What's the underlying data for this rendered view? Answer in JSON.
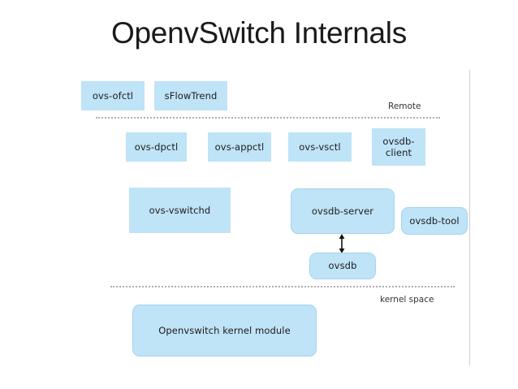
{
  "slide": {
    "title": "OpenvSwitch Internals",
    "background_color": "#ffffff",
    "node_fill_color": "#bfe3f7",
    "node_text_color": "#1b1b1b",
    "divider_color": "#aeaeae"
  },
  "zones": {
    "remote_label": "Remote",
    "kernel_label": "kernel space"
  },
  "nodes": {
    "ovs_ofctl": "ovs-ofctl",
    "sflowtrend": "sFlowTrend",
    "ovs_dpctl": "ovs-dpctl",
    "ovs_appctl": "ovs-appctl",
    "ovs_vsctl": "ovs-vsctl",
    "ovsdb_client_line1": "ovsdb-",
    "ovsdb_client_line2": "client",
    "ovs_vswitchd": "ovs-vswitchd",
    "ovsdb_server": "ovsdb-server",
    "ovsdb_tool": "ovsdb-tool",
    "ovsdb": "ovsdb",
    "kernel_module": "Openvswitch kernel module"
  },
  "connectors": {
    "server_to_ovsdb": "double-headed-vertical-arrow"
  }
}
